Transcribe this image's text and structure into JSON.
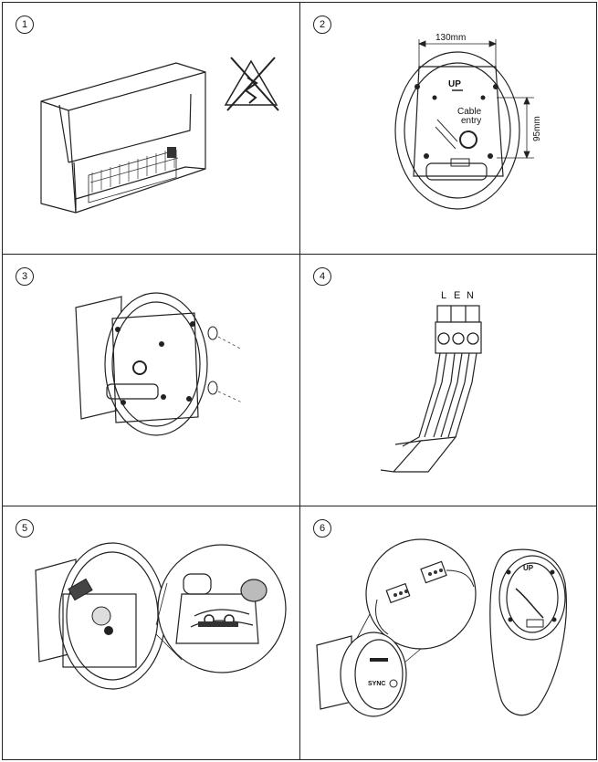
{
  "steps": [
    {
      "number": "1"
    },
    {
      "number": "2",
      "labels": {
        "width": "130mm",
        "height": "95mm",
        "up": "UP",
        "cable_entry_line1": "Cable",
        "cable_entry_line2": "entry"
      }
    },
    {
      "number": "3"
    },
    {
      "number": "4",
      "labels": {
        "L": "L",
        "E": "E",
        "N": "N"
      }
    },
    {
      "number": "5"
    },
    {
      "number": "6",
      "labels": {
        "up": "UP",
        "brand": "SYNC"
      }
    }
  ]
}
